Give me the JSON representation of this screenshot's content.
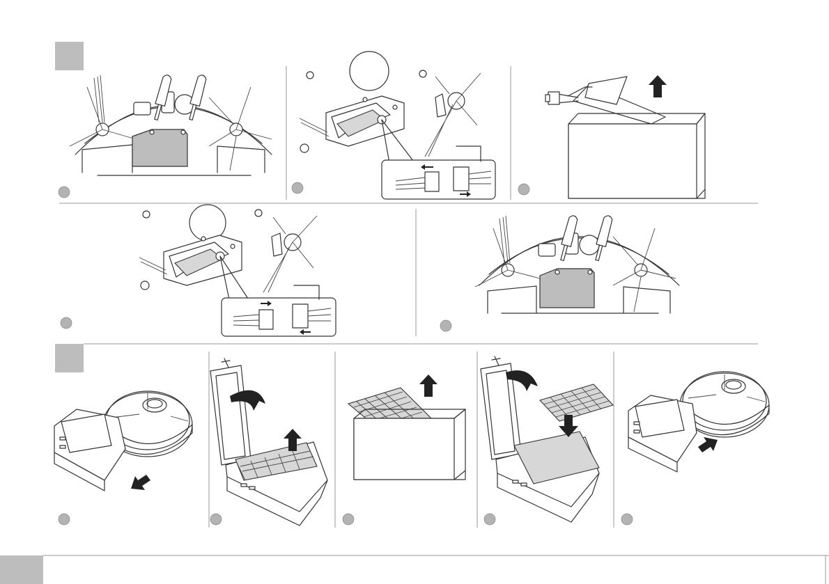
{
  "section_markers": [
    {
      "id": "section-a",
      "label": ""
    },
    {
      "id": "section-b",
      "label": ""
    }
  ],
  "footer": {
    "page_label": "",
    "bar_color": "#bdbdbd"
  },
  "colors": {
    "line": "#333333",
    "marker_fill": "#bdbdbd",
    "highlight_fill": "#bdbdbd",
    "page_bg": "#ffffff"
  },
  "steps": {
    "row1": [
      "unscrew-battery-cover",
      "disconnect-battery-connector",
      "lift-out-old-battery"
    ],
    "row2": [
      "connect-new-battery-connector",
      "screw-on-battery-cover"
    ],
    "row3": [
      "pull-out-dust-bin",
      "open-lid-lift-out-filter",
      "remove-old-filter",
      "insert-new-filter",
      "slide-dust-bin-back-in"
    ]
  }
}
